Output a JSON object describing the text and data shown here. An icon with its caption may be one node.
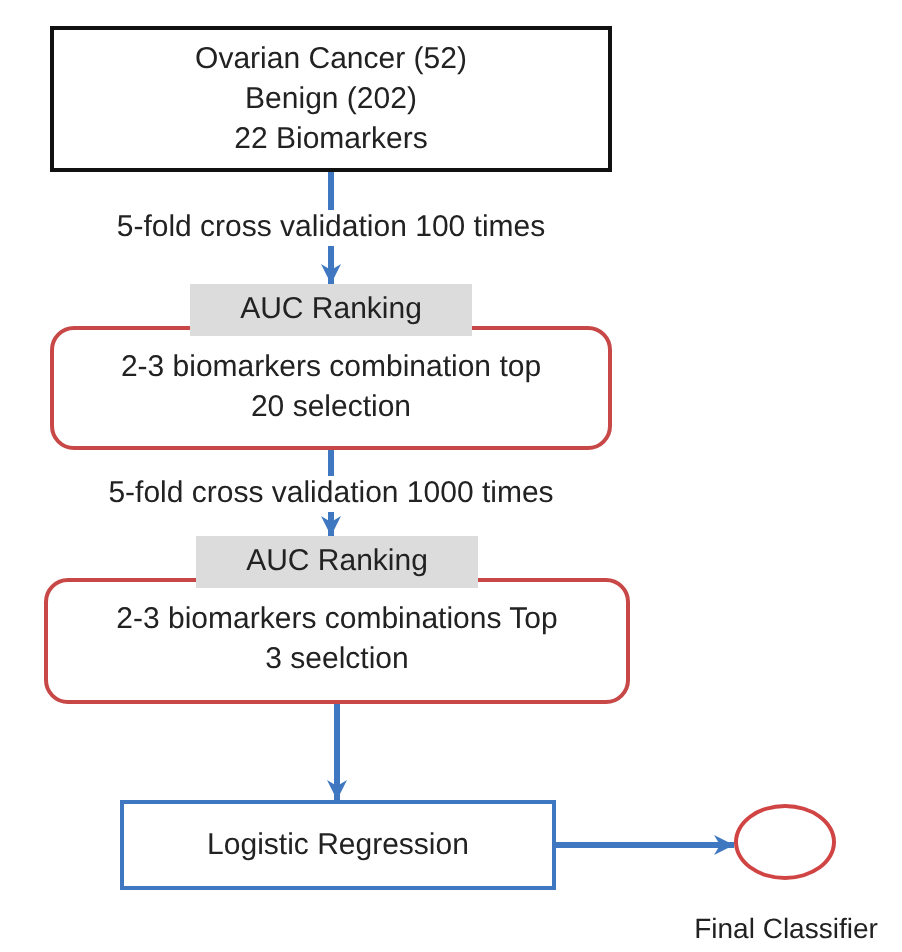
{
  "diagram": {
    "nodes": [
      {
        "text": [
          "Ovarian Cancer (52)",
          "Benign (202)",
          "22 Biomarkers"
        ]
      },
      {
        "text": [
          "AUC Ranking",
          "2-3 biomarkers combination top 20 selection"
        ]
      },
      {
        "text": [
          "AUC Ranking",
          "2-3 biomarkers combinations Top 3 seelction"
        ]
      },
      {
        "text": [
          "Logistic Regression"
        ]
      },
      {
        "text": [],
        "shape": "circle",
        "beside": [
          "Final Classifier"
        ]
      }
    ],
    "edges": [
      {
        "from": 0,
        "to": 1,
        "arrow": "to",
        "label": "5-fold cross validation 100 times"
      },
      {
        "from": 1,
        "to": 2,
        "arrow": "to",
        "label": "5-fold cross validation 1000 times"
      },
      {
        "from": 2,
        "to": 3,
        "arrow": "to"
      },
      {
        "from": 3,
        "to": 4,
        "arrow": "to"
      }
    ]
  }
}
